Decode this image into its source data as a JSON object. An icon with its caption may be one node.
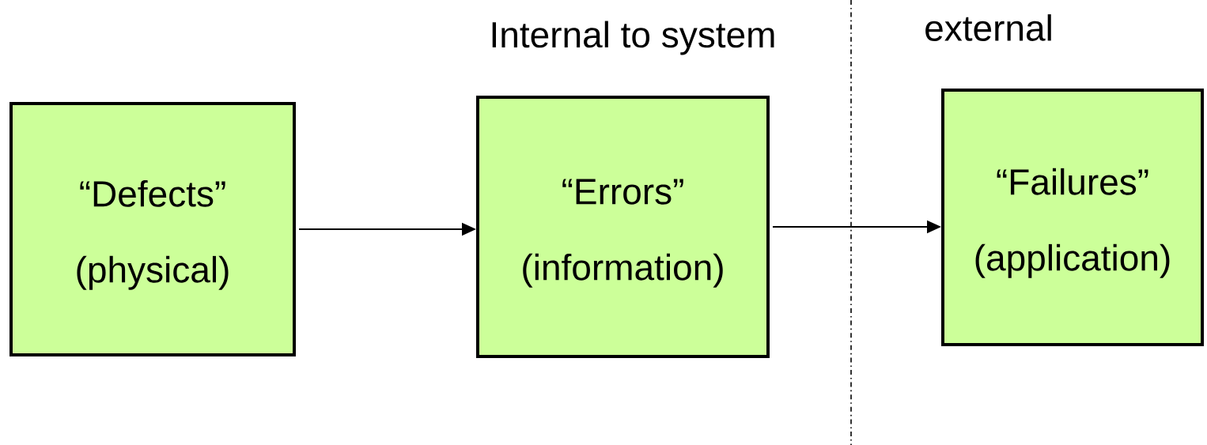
{
  "diagram": {
    "nodes": [
      {
        "text": [
          "“Defects”",
          "(physical)"
        ]
      },
      {
        "text": [
          "“Errors”",
          "(information)"
        ]
      },
      {
        "text": [
          "“Failures”",
          "(application)"
        ]
      }
    ],
    "edges": [
      {
        "from": 0,
        "to": 1,
        "arrow": "to"
      },
      {
        "from": 1,
        "to": 2,
        "arrow": "to"
      }
    ],
    "labels": [
      "Internal to system",
      "external"
    ]
  }
}
